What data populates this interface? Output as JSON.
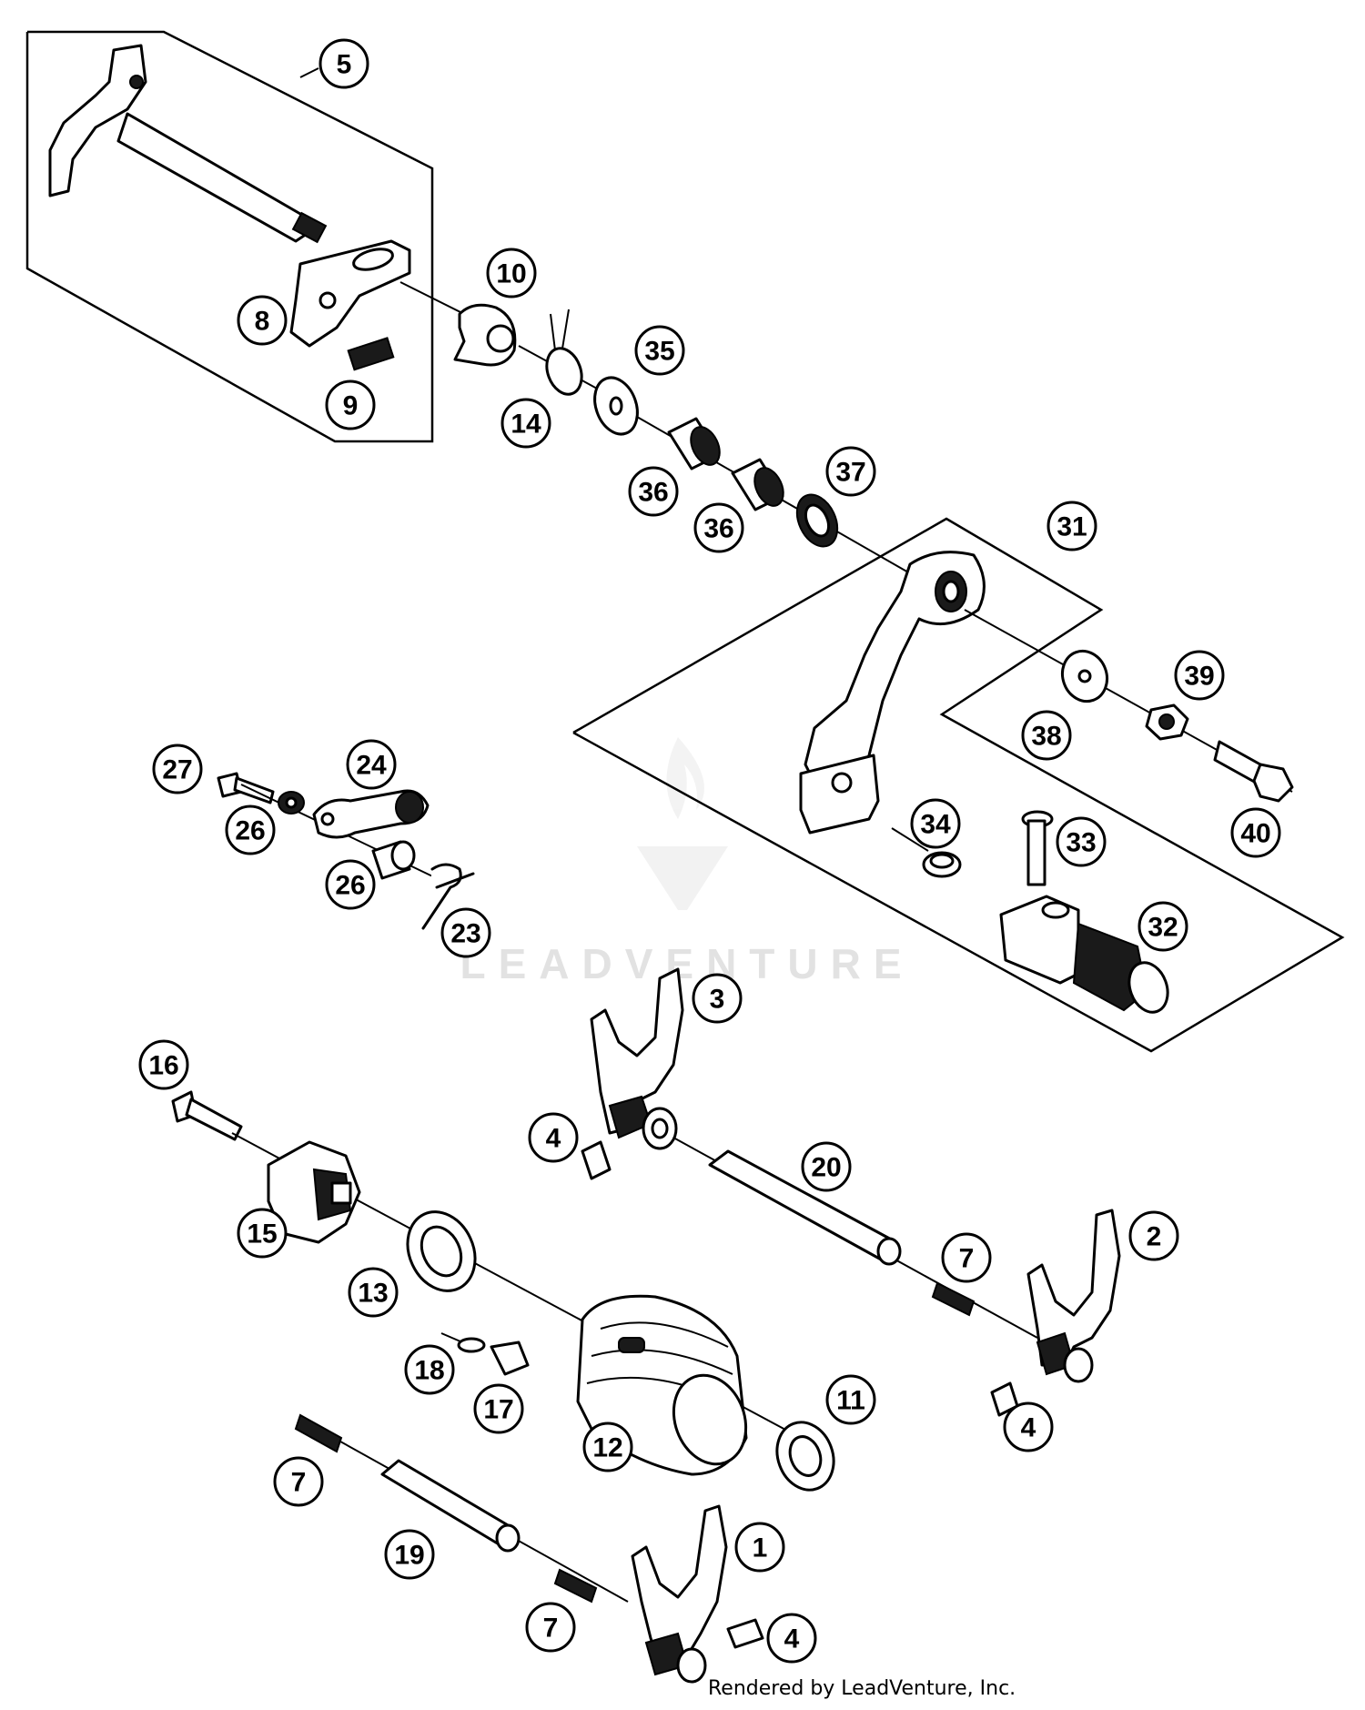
{
  "diagram": {
    "callouts": [
      {
        "id": "5",
        "label": "5"
      },
      {
        "id": "8",
        "label": "8"
      },
      {
        "id": "9",
        "label": "9"
      },
      {
        "id": "10",
        "label": "10"
      },
      {
        "id": "14",
        "label": "14"
      },
      {
        "id": "35",
        "label": "35"
      },
      {
        "id": "36a",
        "label": "36"
      },
      {
        "id": "36b",
        "label": "36"
      },
      {
        "id": "37",
        "label": "37"
      },
      {
        "id": "31",
        "label": "31"
      },
      {
        "id": "38",
        "label": "38"
      },
      {
        "id": "39",
        "label": "39"
      },
      {
        "id": "40",
        "label": "40"
      },
      {
        "id": "34",
        "label": "34"
      },
      {
        "id": "33",
        "label": "33"
      },
      {
        "id": "32",
        "label": "32"
      },
      {
        "id": "27",
        "label": "27"
      },
      {
        "id": "24",
        "label": "24"
      },
      {
        "id": "26a",
        "label": "26"
      },
      {
        "id": "26b",
        "label": "26"
      },
      {
        "id": "23",
        "label": "23"
      },
      {
        "id": "3",
        "label": "3"
      },
      {
        "id": "16",
        "label": "16"
      },
      {
        "id": "4a",
        "label": "4"
      },
      {
        "id": "20",
        "label": "20"
      },
      {
        "id": "15",
        "label": "15"
      },
      {
        "id": "13",
        "label": "13"
      },
      {
        "id": "7a",
        "label": "7"
      },
      {
        "id": "2",
        "label": "2"
      },
      {
        "id": "18",
        "label": "18"
      },
      {
        "id": "17",
        "label": "17"
      },
      {
        "id": "11",
        "label": "11"
      },
      {
        "id": "12",
        "label": "12"
      },
      {
        "id": "4b",
        "label": "4"
      },
      {
        "id": "7b",
        "label": "7"
      },
      {
        "id": "19",
        "label": "19"
      },
      {
        "id": "1",
        "label": "1"
      },
      {
        "id": "7c",
        "label": "7"
      },
      {
        "id": "4c",
        "label": "4"
      }
    ]
  },
  "watermark": {
    "text": "LEADVENTURE",
    "icon": "leadventure-logo-icon"
  },
  "footer": {
    "credit": "Rendered by LeadVenture, Inc."
  }
}
